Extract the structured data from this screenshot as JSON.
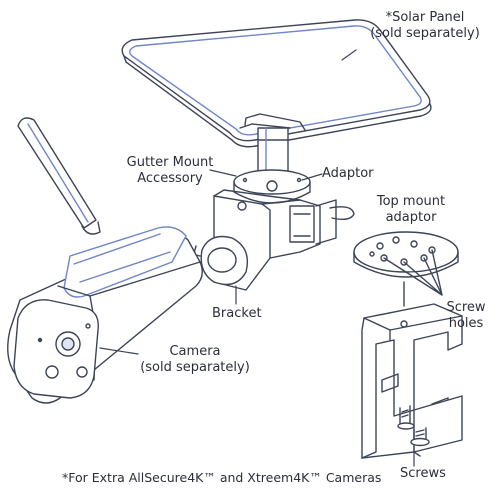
{
  "labels": {
    "solar_panel": [
      "*Solar Panel",
      "(sold separately)"
    ],
    "gutter_mount": [
      "Gutter Mount",
      "Accessory"
    ],
    "adaptor": "Adaptor",
    "top_mount": [
      "Top mount",
      "adaptor"
    ],
    "screw_holes": [
      "Screw",
      "holes"
    ],
    "bracket": "Bracket",
    "camera": [
      "Camera",
      "(sold separately)"
    ],
    "screws": "Screws",
    "footnote": "*For Extra AllSecure4K™ and Xtreem4K™ Cameras"
  },
  "colors": {
    "outline": "#3d4457",
    "accent_blue": "#6f86c9",
    "fill": "#ffffff"
  }
}
